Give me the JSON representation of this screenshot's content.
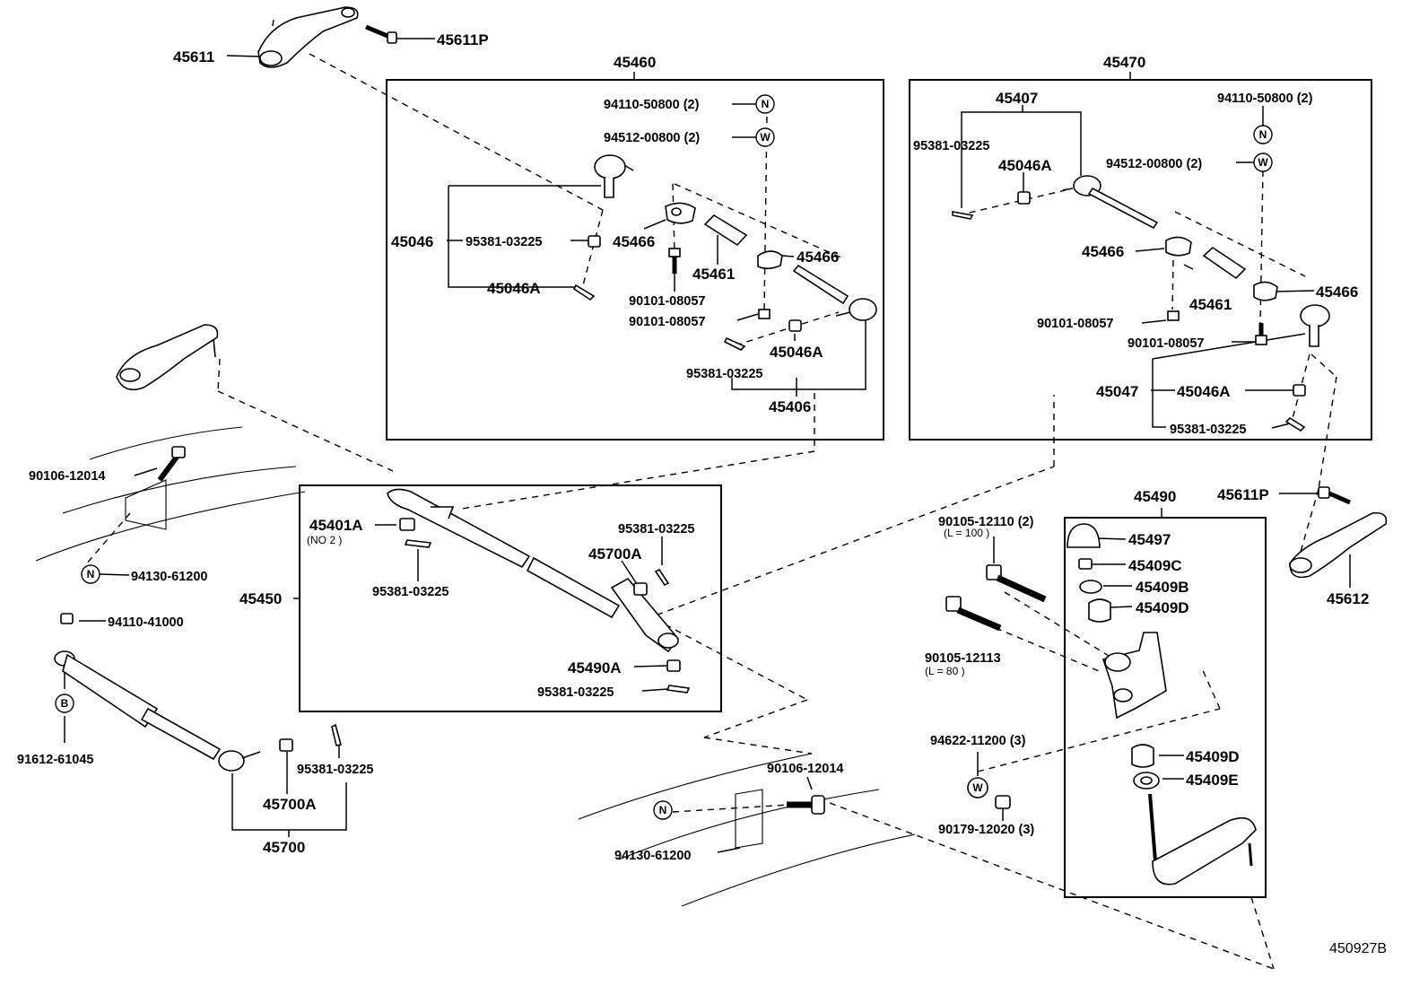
{
  "diagram_code": "450927B",
  "symbols": {
    "nut": "N",
    "washer": "W",
    "bolt": "B"
  },
  "labels": {
    "l45611": "45611",
    "l45611P_top": "45611P",
    "l45460": "45460",
    "l45470": "45470",
    "l94110_50800_a": "94110-50800 (2)",
    "l94512_00800_a": "94512-00800 (2)",
    "l45046": "45046",
    "l95381_a": "95381-03225",
    "l45466_a": "45466",
    "l45466_b": "45466",
    "l45461_a": "45461",
    "l45046A_a": "45046A",
    "l90101_a": "90101-08057",
    "l90101_b": "90101-08057",
    "l45046A_b": "45046A",
    "l95381_b": "95381-03225",
    "l45406": "45406",
    "l45407": "45407",
    "l94110_50800_b": "94110-50800 (2)",
    "l95381_c": "95381-03225",
    "l45046A_c": "45046A",
    "l94512_00800_b": "94512-00800 (2)",
    "l45466_c": "45466",
    "l45461_b": "45461",
    "l45466_d": "45466",
    "l90101_c": "90101-08057",
    "l90101_d": "90101-08057",
    "l45047": "45047",
    "l45046A_d": "45046A",
    "l95381_d": "95381-03225",
    "l90106_a": "90106-12014",
    "l94130_a": "94130-61200",
    "l45401A": "45401A",
    "l45401A_sub": "(NO 2 )",
    "l95381_e": "95381-03225",
    "l45700A_a": "45700A",
    "l95381_f": "95381-03225",
    "l45450": "45450",
    "l45490A": "45490A",
    "l95381_g": "95381-03225",
    "l94110_41000": "94110-41000",
    "l91612": "91612-61045",
    "l95381_h": "95381-03225",
    "l45700A_b": "45700A",
    "l45700": "45700",
    "l90105_12110": "90105-12110 (2)",
    "l90105_12110_sub": "(L = 100 )",
    "l45490": "45490",
    "l45611P_right": "45611P",
    "l45497": "45497",
    "l45409C": "45409C",
    "l45409B": "45409B",
    "l45409D_a": "45409D",
    "l45612": "45612",
    "l90105_12113": "90105-12113",
    "l90105_12113_sub": "(L = 80 )",
    "l94622": "94622-11200 (3)",
    "l45409D_b": "45409D",
    "l45409E": "45409E",
    "l90106_b": "90106-12014",
    "l90179": "90179-12020 (3)",
    "l94130_b": "94130-61200"
  }
}
